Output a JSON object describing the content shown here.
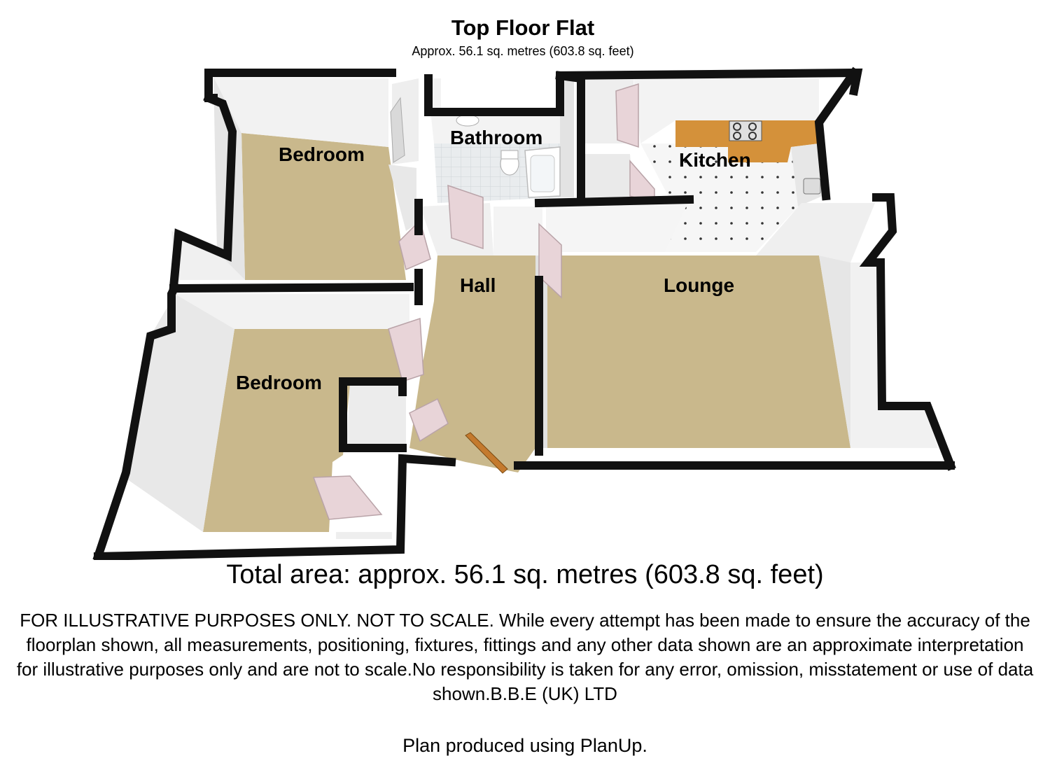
{
  "header": {
    "title": "Top  Floor Flat",
    "subtitle": "Approx.  56.1 sq. metres (603.8 sq. feet)"
  },
  "rooms": {
    "bedroom_1": "Bedroom",
    "bathroom": "Bathroom",
    "kitchen": "Kitchen",
    "hall": "Hall",
    "lounge": "Lounge",
    "bedroom_2": "Bedroom"
  },
  "footer": {
    "total_area": "Total area: approx.  56.1 sq. metres (603.8 sq. feet)",
    "disclaimer": "FOR ILLUSTRATIVE PURPOSES ONLY. NOT TO SCALE. While every attempt has been made to ensure the accuracy of the floorplan shown, all measurements, positioning, fixtures, fittings and any other data shown are an approximate interpretation for illustrative purposes only and are not to scale.No responsibility is taken for any error, omission, misstatement or use of data shown.B.B.E (UK) LTD",
    "producer": "Plan produced using PlanUp."
  },
  "colors": {
    "carpet": "#c9b88c",
    "wall_top": "#111111",
    "wall_face": "#ececec",
    "tile": "#f4f4f4",
    "worktop": "#d4913a",
    "door": "#e8d4d8"
  }
}
